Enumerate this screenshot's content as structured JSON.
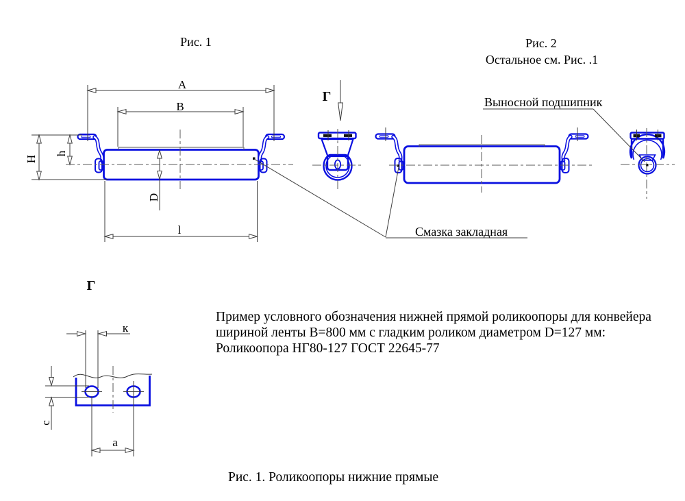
{
  "fig1": {
    "title": "Рис. 1",
    "view_arrow_label": "Г",
    "dim_a": "А",
    "dim_b": "В",
    "dim_h_big": "H",
    "dim_h_small": "h",
    "dim_d": "D",
    "dim_l": "l"
  },
  "fig2": {
    "title": "Рис. 2",
    "subtitle": "Остальное см. Рис. .1",
    "bearing_callout": "Выносной подшипник"
  },
  "grease_callout": "Смазка закладная",
  "sectionG": {
    "label": "Г",
    "dim_k": "к",
    "dim_c": "c",
    "dim_a": "a"
  },
  "note": {
    "line1": "Пример условного обозначения нижней прямой роликоопоры для конвейера",
    "line2": "шириной ленты В=800 мм с гладким роликом диаметром D=127 мм:",
    "line3": "Роликоопора НГ80-127 ГОСТ 22645-77"
  },
  "caption": "Рис. 1. Роликоопоры нижние прямые",
  "colors": {
    "part_blue": "#0a10e0",
    "line_gray": "#3c3c3c",
    "text_black": "#000000"
  }
}
